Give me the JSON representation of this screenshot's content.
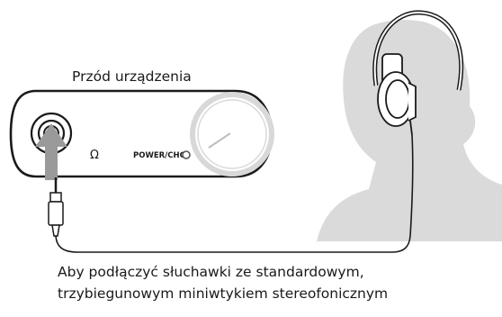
{
  "device": {
    "front_label": "Przód urządzenia",
    "power_label": "POWER/CHG",
    "headphone_symbol": "Ω",
    "icons": [
      "headphone-jack-icon",
      "headphones-symbol-icon",
      "power-indicator-icon",
      "volume-knob-icon",
      "insert-arrow-icon"
    ]
  },
  "caption": {
    "line1": "Aby podłączyć słuchawki ze standardowym,",
    "line2": "trzybiegunowym miniwtykiem stereofonicznym"
  },
  "colors": {
    "outline": "#1a1a1a",
    "arrow": "#9a9a9a",
    "head_silhouette": "#dadada",
    "dial_highlight": "#d8d8d8"
  }
}
